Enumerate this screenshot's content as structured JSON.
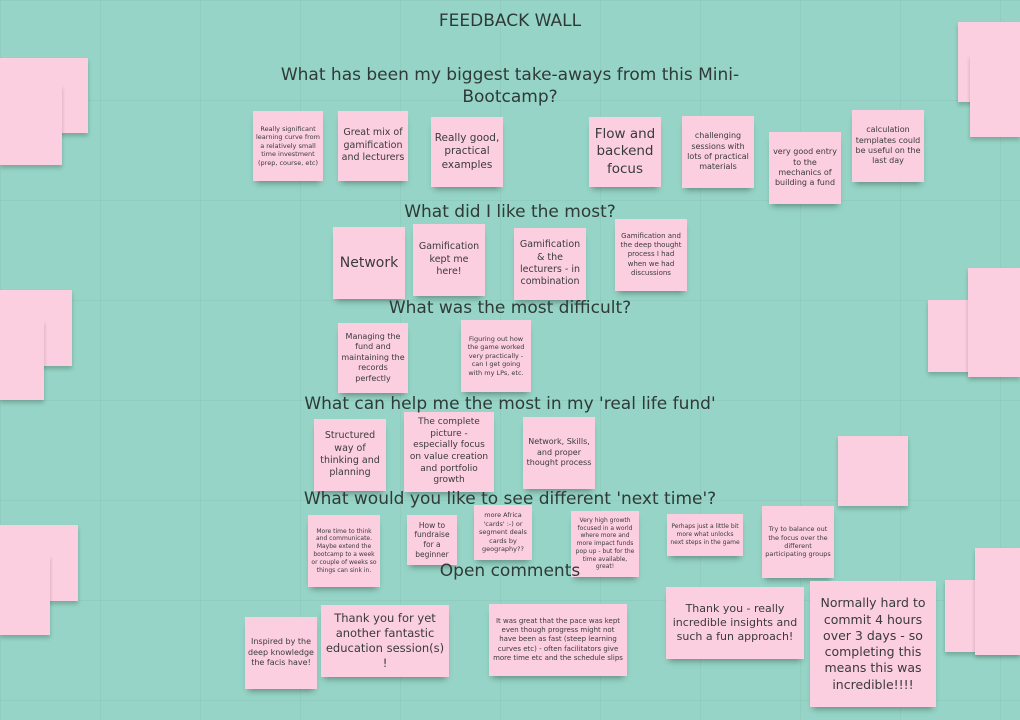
{
  "title": "FEEDBACK WALL",
  "sections": [
    {
      "question": "What has been my biggest take-aways from this Mini-Bootcamp?",
      "notes": [
        "Really significant learning curve from a relatively small time investment (prep, course, etc)",
        "Great mix of gamification and lecturers",
        "Really good, practical examples",
        "Flow and backend focus",
        "challenging sessions with lots of practical materials",
        "very good entry to the mechanics of building a fund",
        "calculation templates could be useful on the last day"
      ]
    },
    {
      "question": "What did I like the most?",
      "notes": [
        "Network",
        "Gamification kept me here!",
        "Gamification & the lecturers - in combination",
        "Gamification and the deep thought process I had when we had discussions"
      ]
    },
    {
      "question": "What was the most difficult?",
      "notes": [
        "Managing the fund and maintaining the records perfectly",
        "Figuring out how the game worked very practically - can I get going with my LPs, etc."
      ]
    },
    {
      "question": "What can help me the most in my 'real life fund'",
      "notes": [
        "Structured way of thinking and planning",
        "The complete picture - especially focus on value creation and portfolio growth",
        "Network, Skills, and proper thought process"
      ]
    },
    {
      "question": "What would you like to see different 'next time'?",
      "notes": [
        "More time to think and communicate. Maybe extend the bootcamp to a week or couple of weeks so things can sink in.",
        "How to fundraise for a beginner",
        "more Africa 'cards' :-) or segment deals cards by geography??",
        "Very high growth focused in a world where more and more impact funds pop up - but for the time available, great!",
        "Perhaps just a little bit more what unlocks next steps in the game",
        "Try to balance out the focus over the different participating groups"
      ]
    },
    {
      "question": "Open comments",
      "notes": [
        "Inspired by the deep knowledge the facis have!",
        "Thank you for yet another fantastic education session(s) !",
        "It was great that the pace was kept even though progress might not have been as fast (steep learning curves etc) - often facilitators give more time etc and the schedule slips",
        "Thank you - really incredible insights and such a fun approach!",
        "Normally hard to commit 4 hours over 3 days - so completing this means this was incredible!!!!"
      ]
    }
  ],
  "colors": {
    "background": "#95d4c6",
    "note": "#fccfe0"
  }
}
